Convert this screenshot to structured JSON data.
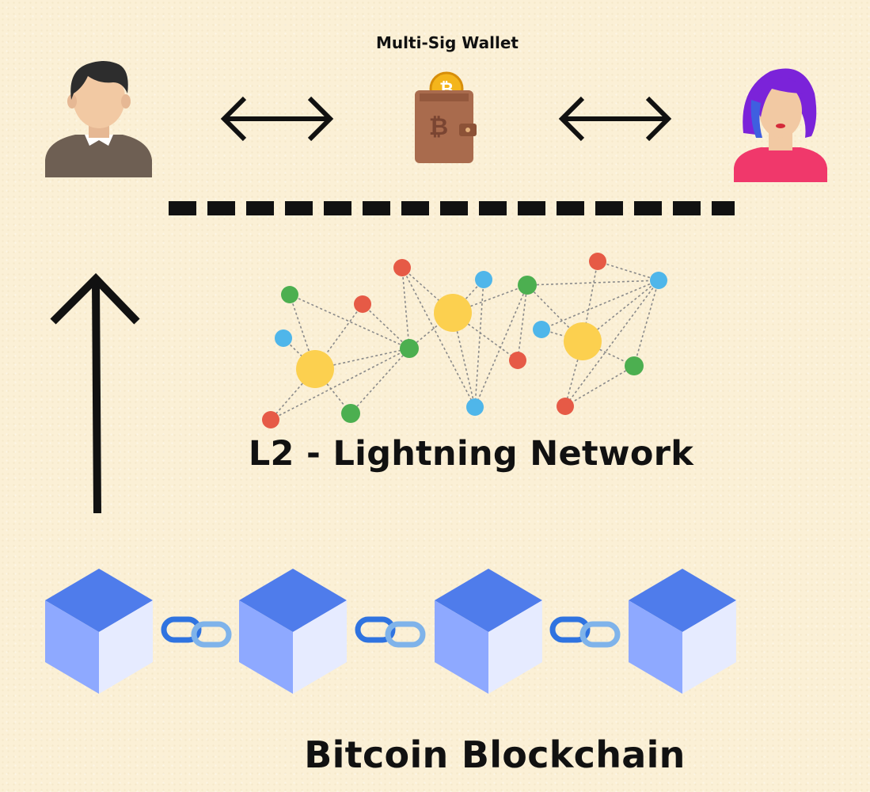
{
  "wallet": {
    "label": "Multi-Sig Wallet",
    "icon": "bitcoin-wallet-icon"
  },
  "participants": [
    {
      "name": "user-man",
      "icon": "man-avatar-icon"
    },
    {
      "name": "user-woman",
      "icon": "woman-avatar-icon"
    }
  ],
  "lightning": {
    "label": "L2 - Lightning Network",
    "icon": "network-graph-icon"
  },
  "blockchain": {
    "label": "Bitcoin Blockchain",
    "block_count": 4,
    "link_icon": "chain-link-icon"
  },
  "colors": {
    "node_red": "#e65a46",
    "node_green": "#4caf50",
    "node_blue": "#4fb6ea",
    "node_yellow": "#fcd04f",
    "block_top": "#4f7ceb",
    "block_left": "#8ea9ff",
    "block_right": "#e6ebff",
    "link": "#2f73e0"
  }
}
